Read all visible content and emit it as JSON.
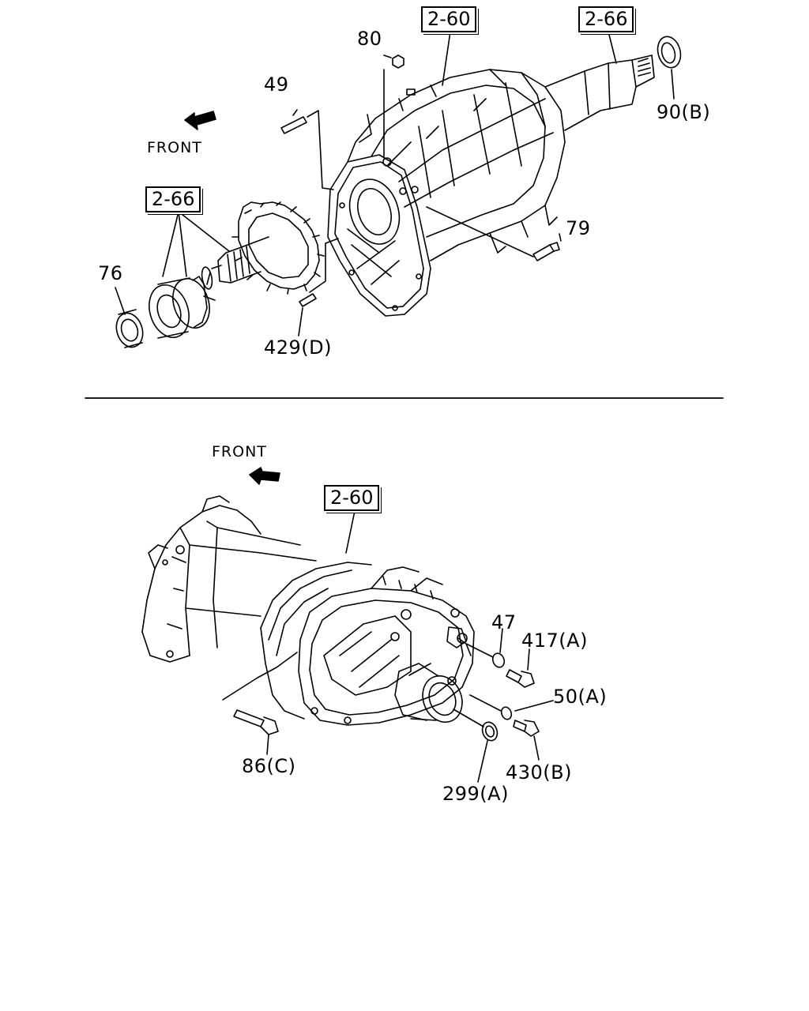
{
  "upper_view": {
    "front_label": "FRONT",
    "refs": [
      "2-60",
      "2-66",
      "2-66"
    ],
    "parts": [
      "80",
      "49",
      "90(B)",
      "79",
      "76",
      "429(D)"
    ]
  },
  "lower_view": {
    "front_label": "FRONT",
    "refs": [
      "2-60"
    ],
    "parts": [
      "47",
      "417(A)",
      "50(A)",
      "86(C)",
      "430(B)",
      "299(A)"
    ]
  }
}
